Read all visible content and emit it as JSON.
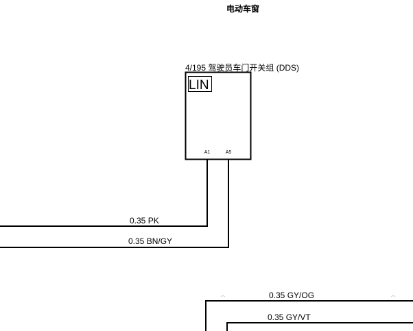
{
  "title": "电动车窗",
  "component": {
    "label": "4/195 驾驶员车门开关组 (DDS)",
    "lin_tag": "LIN",
    "pins": [
      "A1",
      "A5"
    ]
  },
  "wires": [
    {
      "gauge_color": "0.35 PK"
    },
    {
      "gauge_color": "0.35 BN/GY"
    },
    {
      "gauge_color": "0.35 GY/OG"
    },
    {
      "gauge_color": "0.35 GY/VT"
    }
  ],
  "colors": {
    "line": "#000000",
    "background": "#ffffff"
  }
}
